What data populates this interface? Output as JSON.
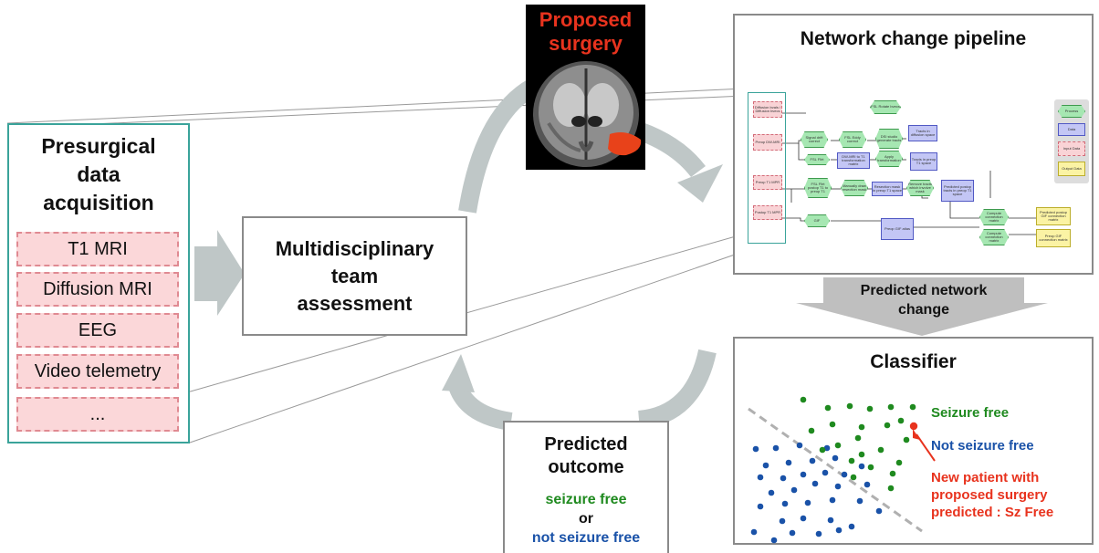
{
  "presurgical": {
    "title_lines": [
      "Presurgical",
      "data",
      "acquisition"
    ],
    "items": [
      "T1 MRI",
      "Diffusion MRI",
      "EEG",
      "Video telemetry",
      "..."
    ]
  },
  "mdt": {
    "title_lines": [
      "Multidisciplinary",
      "team",
      "assessment"
    ]
  },
  "surgery": {
    "label_lines": [
      "Proposed",
      "surgery"
    ]
  },
  "pipeline": {
    "title": "Network change pipeline",
    "inputs": [
      "Diffusion bvals / Diffusion bvecs",
      "Preop DW-MRI",
      "Preop T1 MPR",
      "Postop T1 MPR"
    ],
    "process_nodes": [
      "FSL Rotate bvecs",
      "Signal drift correct",
      "FSL Eddy correct",
      "DSI studio generate tracts",
      "FSL Flirt",
      "Apply transformation",
      "FSL Flirt postop T1 to preop T1",
      "Manually draw resection mask",
      "Remove tracts which involve mask",
      "GIF",
      "Compute connection matrix",
      "Compute connection matrix"
    ],
    "data_nodes": [
      "Tracts in diffusion space",
      "DW-MRI to T1 transformation matrix",
      "Tracts in preop T1 space",
      "Resection mask in preop T1 space",
      "Predicted postop tracts in preop T1 space",
      "Preop GIF atlas"
    ],
    "output_nodes": [
      "Predicted postop GIF connection matrix",
      "Preop GIF connection matrix"
    ],
    "legend": [
      "Process",
      "Data",
      "Input Data",
      "Output Data"
    ]
  },
  "arrow_label_lines": [
    "Predicted network",
    "change"
  ],
  "classifier": {
    "title": "Classifier",
    "legend": {
      "seizure_free": "Seizure free",
      "not_seizure_free": "Not seizure free",
      "new_patient_lines": [
        "New patient with",
        "proposed surgery",
        "predicted : Sz Free"
      ]
    },
    "seizure_free_points": [
      [
        880,
        438
      ],
      [
        907,
        447
      ],
      [
        931,
        445
      ],
      [
        953,
        448
      ],
      [
        976,
        446
      ],
      [
        1000,
        446
      ],
      [
        912,
        465
      ],
      [
        944,
        468
      ],
      [
        972,
        466
      ],
      [
        993,
        482
      ],
      [
        918,
        488
      ],
      [
        940,
        480
      ],
      [
        965,
        493
      ],
      [
        985,
        507
      ],
      [
        933,
        505
      ],
      [
        954,
        512
      ],
      [
        978,
        519
      ],
      [
        935,
        523
      ],
      [
        976,
        535
      ],
      [
        901,
        493
      ],
      [
        944,
        498
      ],
      [
        987,
        461
      ],
      [
        889,
        472
      ]
    ],
    "not_seizure_free_points": [
      [
        828,
        492
      ],
      [
        850,
        491
      ],
      [
        876,
        488
      ],
      [
        906,
        491
      ],
      [
        839,
        510
      ],
      [
        864,
        507
      ],
      [
        890,
        505
      ],
      [
        915,
        502
      ],
      [
        944,
        511
      ],
      [
        833,
        523
      ],
      [
        858,
        524
      ],
      [
        880,
        520
      ],
      [
        904,
        518
      ],
      [
        925,
        520
      ],
      [
        845,
        540
      ],
      [
        870,
        537
      ],
      [
        893,
        530
      ],
      [
        918,
        533
      ],
      [
        950,
        531
      ],
      [
        833,
        555
      ],
      [
        860,
        552
      ],
      [
        885,
        551
      ],
      [
        912,
        548
      ],
      [
        942,
        549
      ],
      [
        826,
        583
      ],
      [
        857,
        571
      ],
      [
        880,
        568
      ],
      [
        910,
        570
      ],
      [
        933,
        577
      ],
      [
        848,
        592
      ],
      [
        897,
        585
      ],
      [
        919,
        581
      ],
      [
        963,
        560
      ],
      [
        868,
        584
      ]
    ],
    "new_patient_point": [
      1001,
      467
    ],
    "colors": {
      "seizure_free": "#1f8a1f",
      "not_seizure_free": "#1a52a8",
      "new_patient": "#e8331e",
      "boundary": "#b0b0b0"
    }
  },
  "outcome": {
    "title_lines": [
      "Predicted",
      "outcome"
    ],
    "seizure_free": "seizure free",
    "or": "or",
    "not_seizure_free": "not seizure free"
  }
}
